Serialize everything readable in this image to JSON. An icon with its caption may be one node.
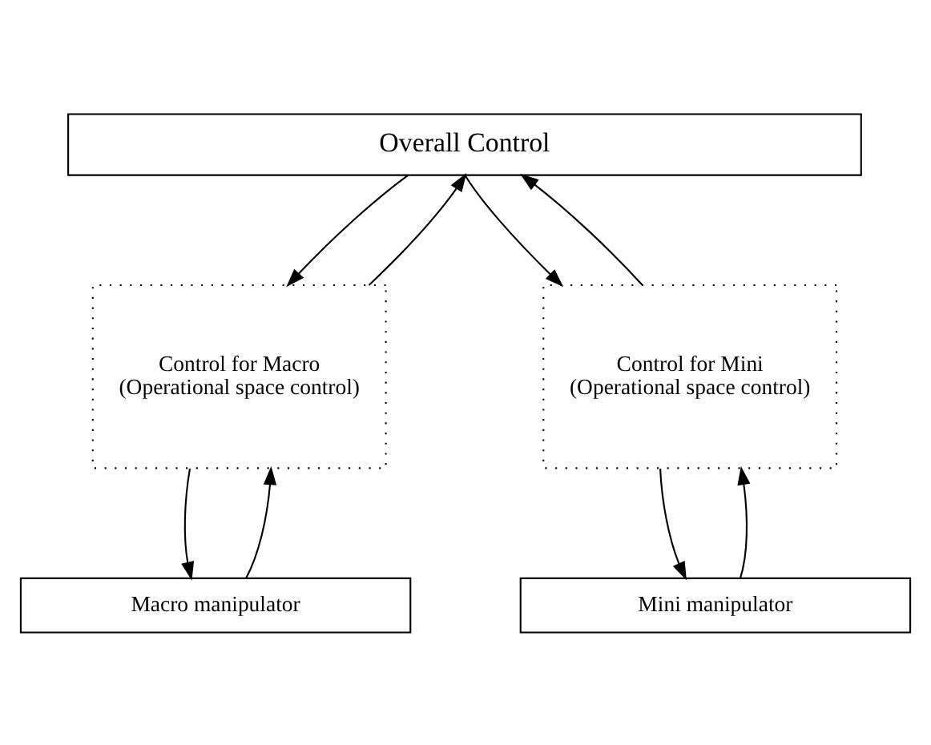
{
  "diagram": {
    "nodes": [
      {
        "text": [
          "Overall Control"
        ]
      },
      {
        "text": [
          "Control for Macro",
          "(Operational space control)"
        ]
      },
      {
        "text": [
          "Control for Mini",
          "(Operational space control)"
        ]
      },
      {
        "text": [
          "Macro manipulator"
        ]
      },
      {
        "text": [
          "Mini manipulator"
        ]
      }
    ],
    "edges": [
      {
        "from": 0,
        "to": 1,
        "arrow": "to"
      },
      {
        "from": 1,
        "to": 0,
        "arrow": "to"
      },
      {
        "from": 0,
        "to": 2,
        "arrow": "to"
      },
      {
        "from": 2,
        "to": 0,
        "arrow": "to"
      },
      {
        "from": 1,
        "to": 3,
        "arrow": "to"
      },
      {
        "from": 3,
        "to": 1,
        "arrow": "to"
      },
      {
        "from": 2,
        "to": 4,
        "arrow": "to"
      },
      {
        "from": 4,
        "to": 2,
        "arrow": "to"
      }
    ]
  }
}
